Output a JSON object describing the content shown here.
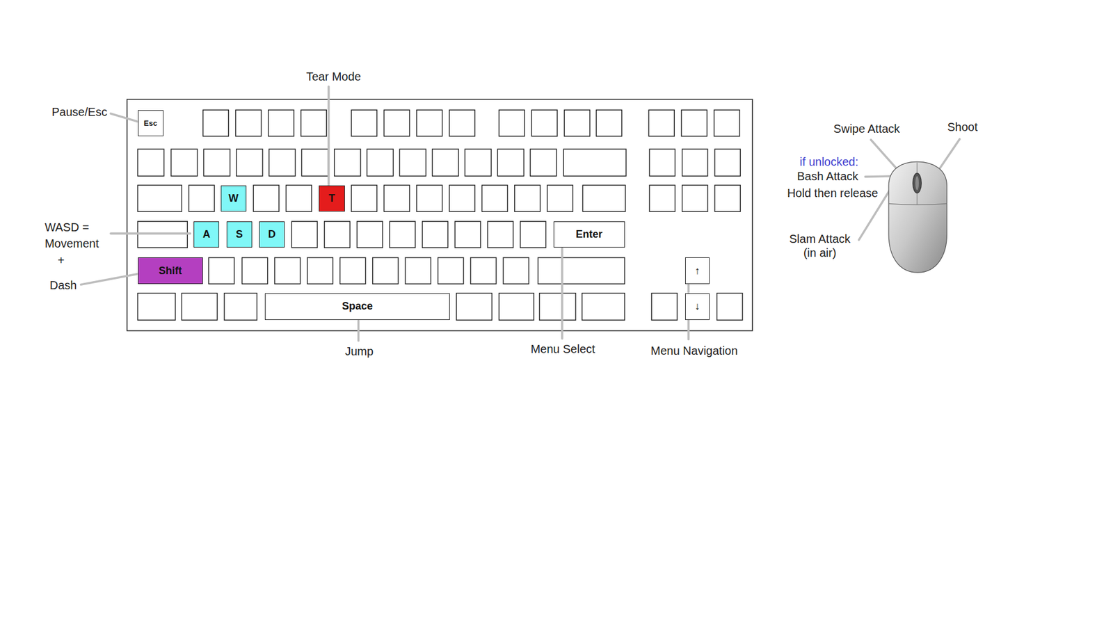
{
  "diagram": {
    "nodes": [
      {
        "text": [
          "Esc"
        ]
      },
      {
        "text": [
          "W"
        ]
      },
      {
        "text": [
          "T"
        ]
      },
      {
        "text": [
          "A"
        ]
      },
      {
        "text": [
          "S"
        ]
      },
      {
        "text": [
          "D"
        ]
      },
      {
        "text": [
          "Enter"
        ]
      },
      {
        "text": [
          "Shift"
        ]
      },
      {
        "text": [
          "↑"
        ]
      },
      {
        "text": [
          "Space"
        ]
      },
      {
        "text": [
          "↓"
        ]
      }
    ],
    "labels": [
      "Tear Mode",
      "Pause/Esc",
      "Swipe Attack",
      "Shoot",
      "if unlocked:",
      "Bash Attack",
      "Hold then release",
      "WASD =",
      "Movement",
      "+",
      "Slam Attack (in air)",
      "Dash",
      "Menu Select",
      "Menu Navigation",
      "Jump"
    ]
  }
}
